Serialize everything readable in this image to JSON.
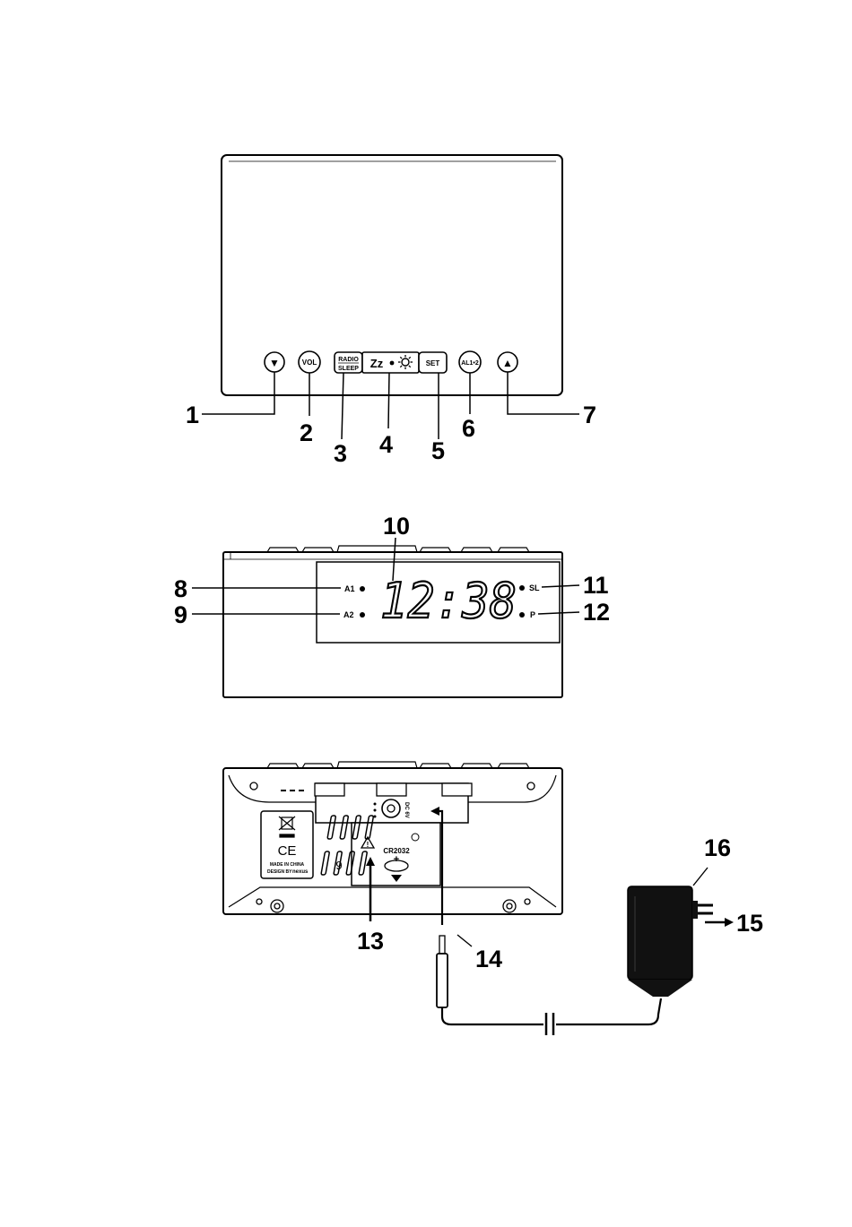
{
  "front": {
    "buttons": {
      "down": "▼",
      "vol": "VOL",
      "radio": "RADIO",
      "sleep": "SLEEP",
      "snooze": "Zz",
      "set": "SET",
      "alarm": "AL1•2",
      "up": "▲"
    },
    "callouts": [
      "1",
      "2",
      "3",
      "4",
      "5",
      "6",
      "7"
    ]
  },
  "display": {
    "time": "12:38",
    "a1": "A1",
    "a2": "A2",
    "sl": "SL",
    "p": "P",
    "callouts": [
      "8",
      "9",
      "10",
      "11",
      "12"
    ]
  },
  "back": {
    "battery": "CR2032",
    "plus": "+",
    "made_in": "MADE IN CHINA",
    "design_by": "DESIGN BY",
    "brand": "nexus",
    "ce": "CE",
    "dc": "DC 6V",
    "callouts": [
      "13",
      "14",
      "15",
      "16"
    ]
  }
}
